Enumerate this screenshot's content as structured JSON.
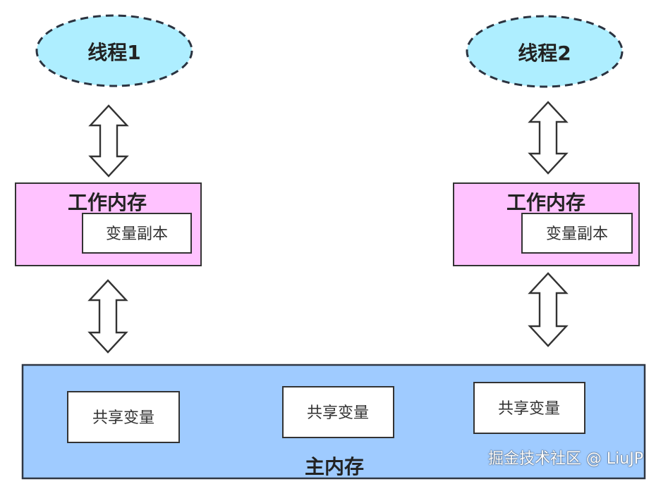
{
  "threads": [
    {
      "label": "线程1"
    },
    {
      "label": "线程2"
    }
  ],
  "work_memory": [
    {
      "title": "工作内存",
      "copy_label": "变量副本"
    },
    {
      "title": "工作内存",
      "copy_label": "变量副本"
    }
  ],
  "main_memory": {
    "title": "主内存",
    "shared_vars": [
      "共享变量",
      "共享变量",
      "共享变量"
    ]
  },
  "watermark": "掘金技术社区 @ LiuJP",
  "colors": {
    "thread_fill": "#aeeeff",
    "work_memory_fill": "#ffc2ff",
    "main_memory_fill": "#9fcbff"
  }
}
